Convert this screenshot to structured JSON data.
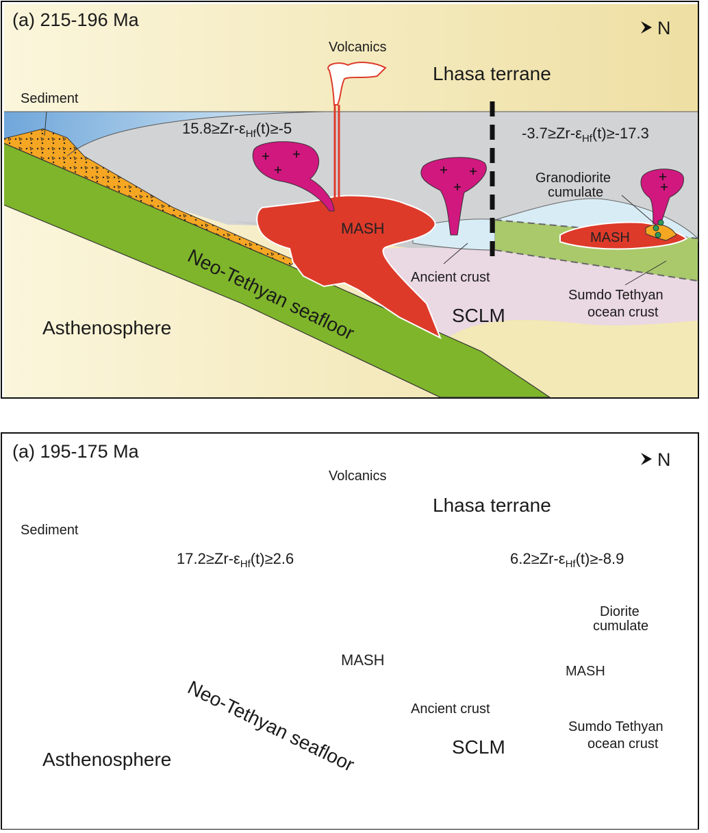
{
  "panels": [
    {
      "title": "(a) 215-196 Ma",
      "north": "N",
      "terrane": "Lhasa terrane",
      "volcanics": "Volcanics",
      "sediment": "Sediment",
      "isotope_left": {
        "pre": "15.8≥Zr-ε",
        "sub": "Hf",
        "post": "(t)≥-5"
      },
      "isotope_right": {
        "pre": "-3.7≥Zr-ε",
        "sub": "Hf",
        "post": "(t)≥-17.3"
      },
      "cumulate_1": "Granodiorite",
      "cumulate_2": "cumulate",
      "mash_main": "MASH",
      "mash_north": "MASH",
      "ancient_crust": "Ancient crust",
      "sclm": "SCLM",
      "sumdo_1": "Sumdo Tethyan",
      "sumdo_2": "ocean crust",
      "asthenosphere": "Asthenosphere",
      "seafloor": "Neo-Tethyan seafloor"
    },
    {
      "title": "(a) 195-175 Ma",
      "north": "N",
      "terrane": "Lhasa terrane",
      "volcanics": "Volcanics",
      "sediment": "Sediment",
      "isotope_left": {
        "pre": "17.2≥Zr-ε",
        "sub": "Hf",
        "post": "(t)≥2.6"
      },
      "isotope_right": {
        "pre": "6.2≥Zr-ε",
        "sub": "Hf",
        "post": "(t)≥-8.9"
      },
      "cumulate_1": "Diorite",
      "cumulate_2": "cumulate",
      "mash_main": "MASH",
      "mash_north": "MASH",
      "ancient_crust": "Ancient crust",
      "sclm": "SCLM",
      "sumdo_1": "Sumdo Tethyan",
      "sumdo_2": "ocean crust",
      "asthenosphere": "Asthenosphere",
      "seafloor": "Neo-Tethyan seafloor"
    }
  ],
  "colors": {
    "ocean": "#a9cdea",
    "crust_gray": "#d2d3d5",
    "asthenosphere": "#f3e9b6",
    "slab_green": "#7fb52b",
    "sediment_orange": "#f5a623",
    "sclm_pink": "#ead8e3",
    "ancient_crust_blue": "#d8ecf5",
    "sumdo_green": "#a9c96b",
    "magma_red": "#dd3a2a",
    "pluton_magenta": "#d0187f",
    "cumulate_green": "#2e9b55"
  }
}
